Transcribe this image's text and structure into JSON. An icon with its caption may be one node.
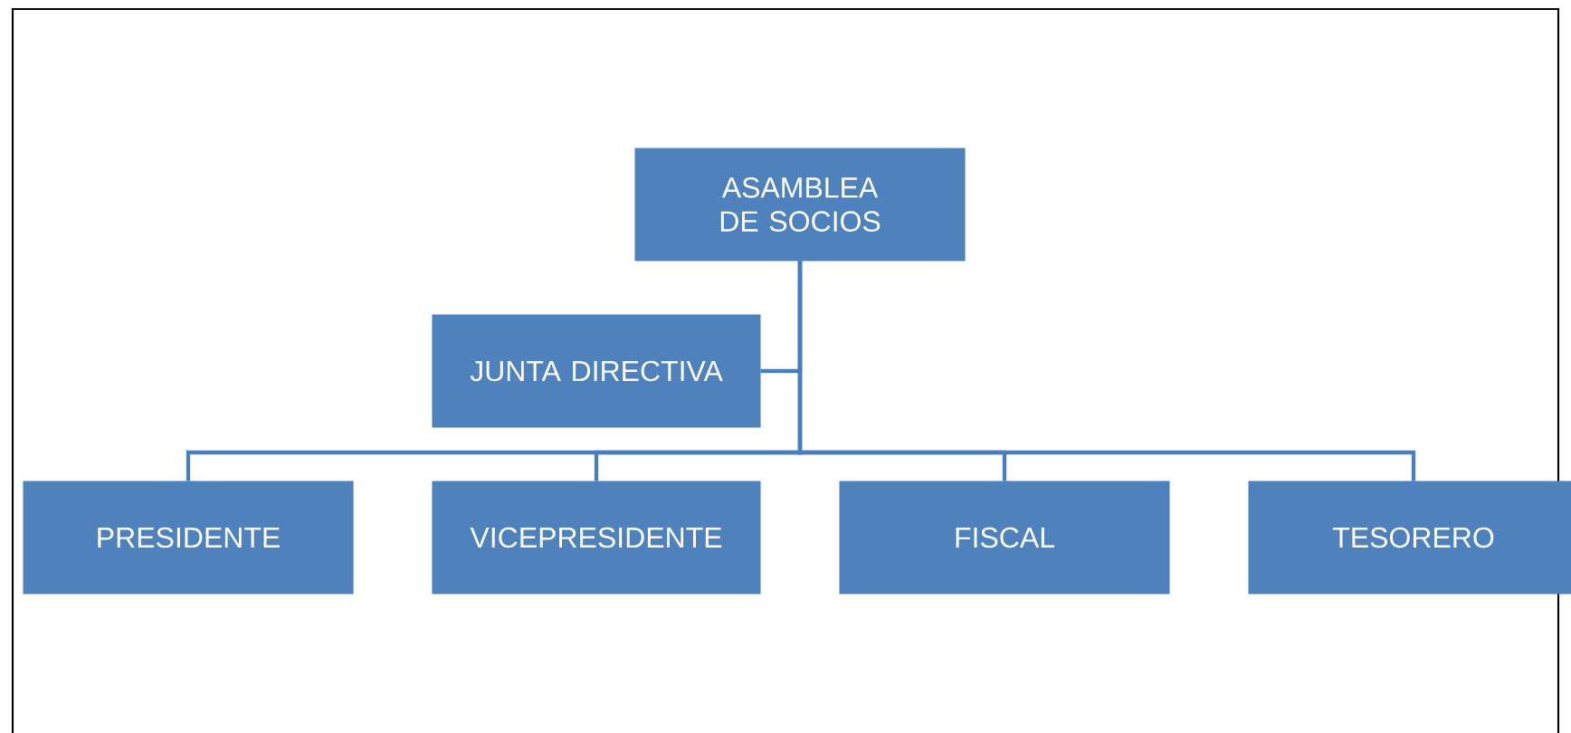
{
  "diagram": {
    "nodes": [
      {
        "text": [
          "ASAMBLEA DE SOCIOS"
        ]
      },
      {
        "text": [
          "JUNTA DIRECTIVA"
        ]
      },
      {
        "text": [
          "PRESIDENTE"
        ]
      },
      {
        "text": [
          "VICEPRESIDENTE"
        ]
      },
      {
        "text": [
          "FISCAL"
        ]
      },
      {
        "text": [
          "TESORERO"
        ]
      }
    ],
    "edges": [
      {
        "from": 0,
        "to": 1,
        "arrow": "none"
      },
      {
        "from": 0,
        "to": 2,
        "arrow": "none"
      },
      {
        "from": 0,
        "to": 3,
        "arrow": "none"
      },
      {
        "from": 0,
        "to": 4,
        "arrow": "none"
      },
      {
        "from": 0,
        "to": 5,
        "arrow": "none"
      }
    ]
  }
}
